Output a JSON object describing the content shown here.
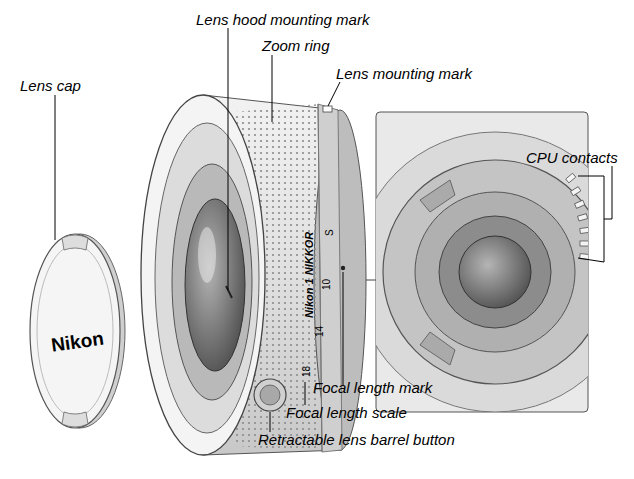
{
  "diagram": {
    "labels": [
      "Lens hood mounting mark",
      "Zoom ring",
      "Lens mounting mark",
      "Lens cap",
      "CPU contacts",
      "Focal length mark",
      "Focal length scale",
      "Retractable lens barrel button",
      "Nikon",
      "S",
      "10",
      "14",
      "18",
      "Nikon 1 NIKKOR"
    ]
  }
}
